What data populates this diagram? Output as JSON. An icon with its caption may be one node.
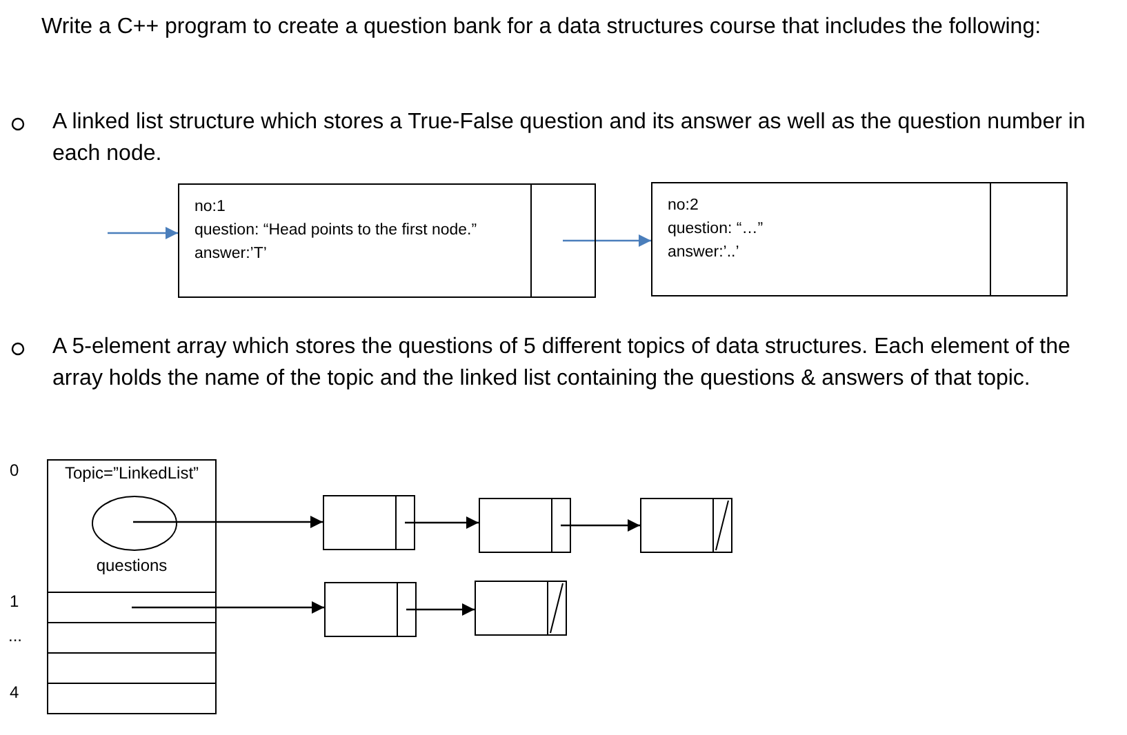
{
  "diagram": {
    "nodes": [
      {
        "text": [
          "no:1",
          "question: “Head points to the first node.”",
          "answer:’T’"
        ]
      },
      {
        "text": [
          "no:2",
          "question: “…”",
          "answer:’..’"
        ]
      },
      {
        "text": [
          "Topic=”LinkedList”",
          "questions"
        ]
      },
      {
        "text": [],
        "shape": "ellipse",
        "in": 2
      },
      {
        "text": [],
        "shape": "box"
      },
      {
        "text": [],
        "shape": "box"
      },
      {
        "text": [],
        "shape": "box"
      },
      {
        "text": [],
        "shape": "box"
      },
      {
        "text": [],
        "shape": "box"
      },
      {
        "text": [],
        "shape": "box"
      },
      {
        "text": [],
        "shape": "box"
      },
      {
        "text": [],
        "shape": "box"
      },
      {
        "text": [],
        "shape": "box"
      }
    ],
    "edges": [
      {
        "from": null,
        "to": 0,
        "arrow": "to",
        "color": "#4a7ebb"
      },
      {
        "from": 0,
        "to": 1,
        "arrow": "to",
        "color": "#4a7ebb"
      },
      {
        "from": 3,
        "to": 8,
        "arrow": "to"
      },
      {
        "from": 8,
        "to": 9,
        "arrow": "to"
      },
      {
        "from": 9,
        "to": 10,
        "arrow": "to"
      },
      {
        "from": 4,
        "to": 11,
        "arrow": "to"
      },
      {
        "from": 11,
        "to": 12,
        "arrow": "to"
      }
    ],
    "labels": [
      "Write a C++ program to create a question bank for a data structures course that includes the following:",
      "A linked list structure which stores a True-False question and its answer as well as the question number in each node.",
      "A 5-element array which stores the questions of 5 different topics of data structures. Each element of the array holds the name of the topic and the linked list containing the questions & answers of that topic.",
      "0",
      "1",
      "...",
      "4"
    ]
  }
}
